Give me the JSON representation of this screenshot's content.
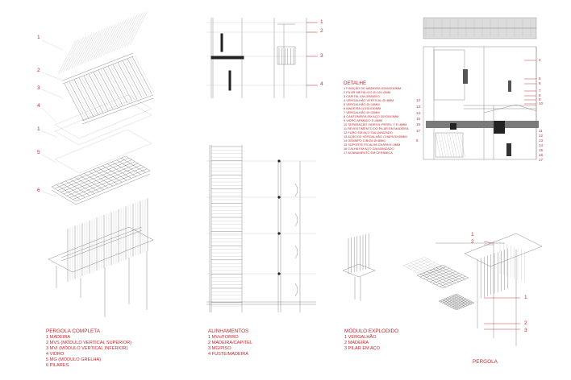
{
  "captions": {
    "pergola_completa": {
      "title": "PERGOLA COMPLETA",
      "items": [
        "1 MADEIRA",
        "2 MVS (MÓDULO VERTICAL SUPERIOR)",
        "3 MVI (MÓDULO VERTICAL INFERIOR)",
        "4 VIDRO",
        "5 MG (MÓDULO GRELHA)",
        "6 PILARES"
      ]
    },
    "alinhamentos": {
      "title": "ALINHAMENTOS",
      "items": [
        "1 MVs/FORRO",
        "2 MADEIRA/CAPITEL",
        "3 MG/PISO",
        "4 FUSTE/MADEIRA"
      ]
    },
    "modulo_explodido": {
      "title": "MÓDULO EXPLODIDO",
      "items": [
        "1 VERGALHÃO",
        "2 MADEIRA",
        "3 PILAR EM AÇO"
      ]
    },
    "pergola_label": "PERGOLA"
  },
  "detalhe": {
    "title": "DETALHE",
    "items": [
      "1 FIXAÇÃO DE MADEIRA 40X60X30MM",
      "2 PILAR METÁLICO Ø=101,6MM",
      "3 CAPITEL EM GRANITO",
      "4 VERGALHÃO VERTICAL Ø=8MM",
      "5 VERGALHÃO Ø=10MM",
      "6 MADEIRA 11X51X30MM",
      "7 VERGALHÃO Ø=10MM",
      "8 CANTONEIRA EM AÇO 30X30X3MM",
      "9 VIDRO ARMADO E=6MM",
      "10 SEPARAÇÃO VIDRO/L PERFIL T E=8MM",
      "11 REVESTIMENTO DO PILAR EM MADEIRA",
      "12 FURO EM AÇO GALVANIZADO",
      "13 AÇÃO DE VERGALHÃO CHAPA 5X40MM",
      "14 GRAMPO C/BOM Ø=8MM",
      "15 SUPORTE P/CALHA CHAPA E=3MM",
      "16 CALHA EM AÇO GALVANIZADO",
      "17 ACABAMENTO EM CERÂMICA"
    ]
  },
  "callouts": {
    "left": [
      "1",
      "2",
      "3",
      "4",
      "1",
      "5",
      "6"
    ],
    "middle": [
      "1",
      "2",
      "3",
      "4"
    ],
    "detail_right": [
      "4",
      "5",
      "6",
      "7",
      "8",
      "9",
      "10",
      "11",
      "12",
      "13",
      "14",
      "15",
      "16",
      "17"
    ],
    "detail_left": [
      "12",
      "13",
      "14",
      "15",
      "16",
      "17",
      "5"
    ],
    "bottom_right": [
      "1",
      "2",
      "1",
      "2",
      "3"
    ]
  },
  "colors": {
    "accent": "#c0272d",
    "line": "#6f6f6f",
    "light_line": "#b5b5b5",
    "background": "#ffffff"
  }
}
